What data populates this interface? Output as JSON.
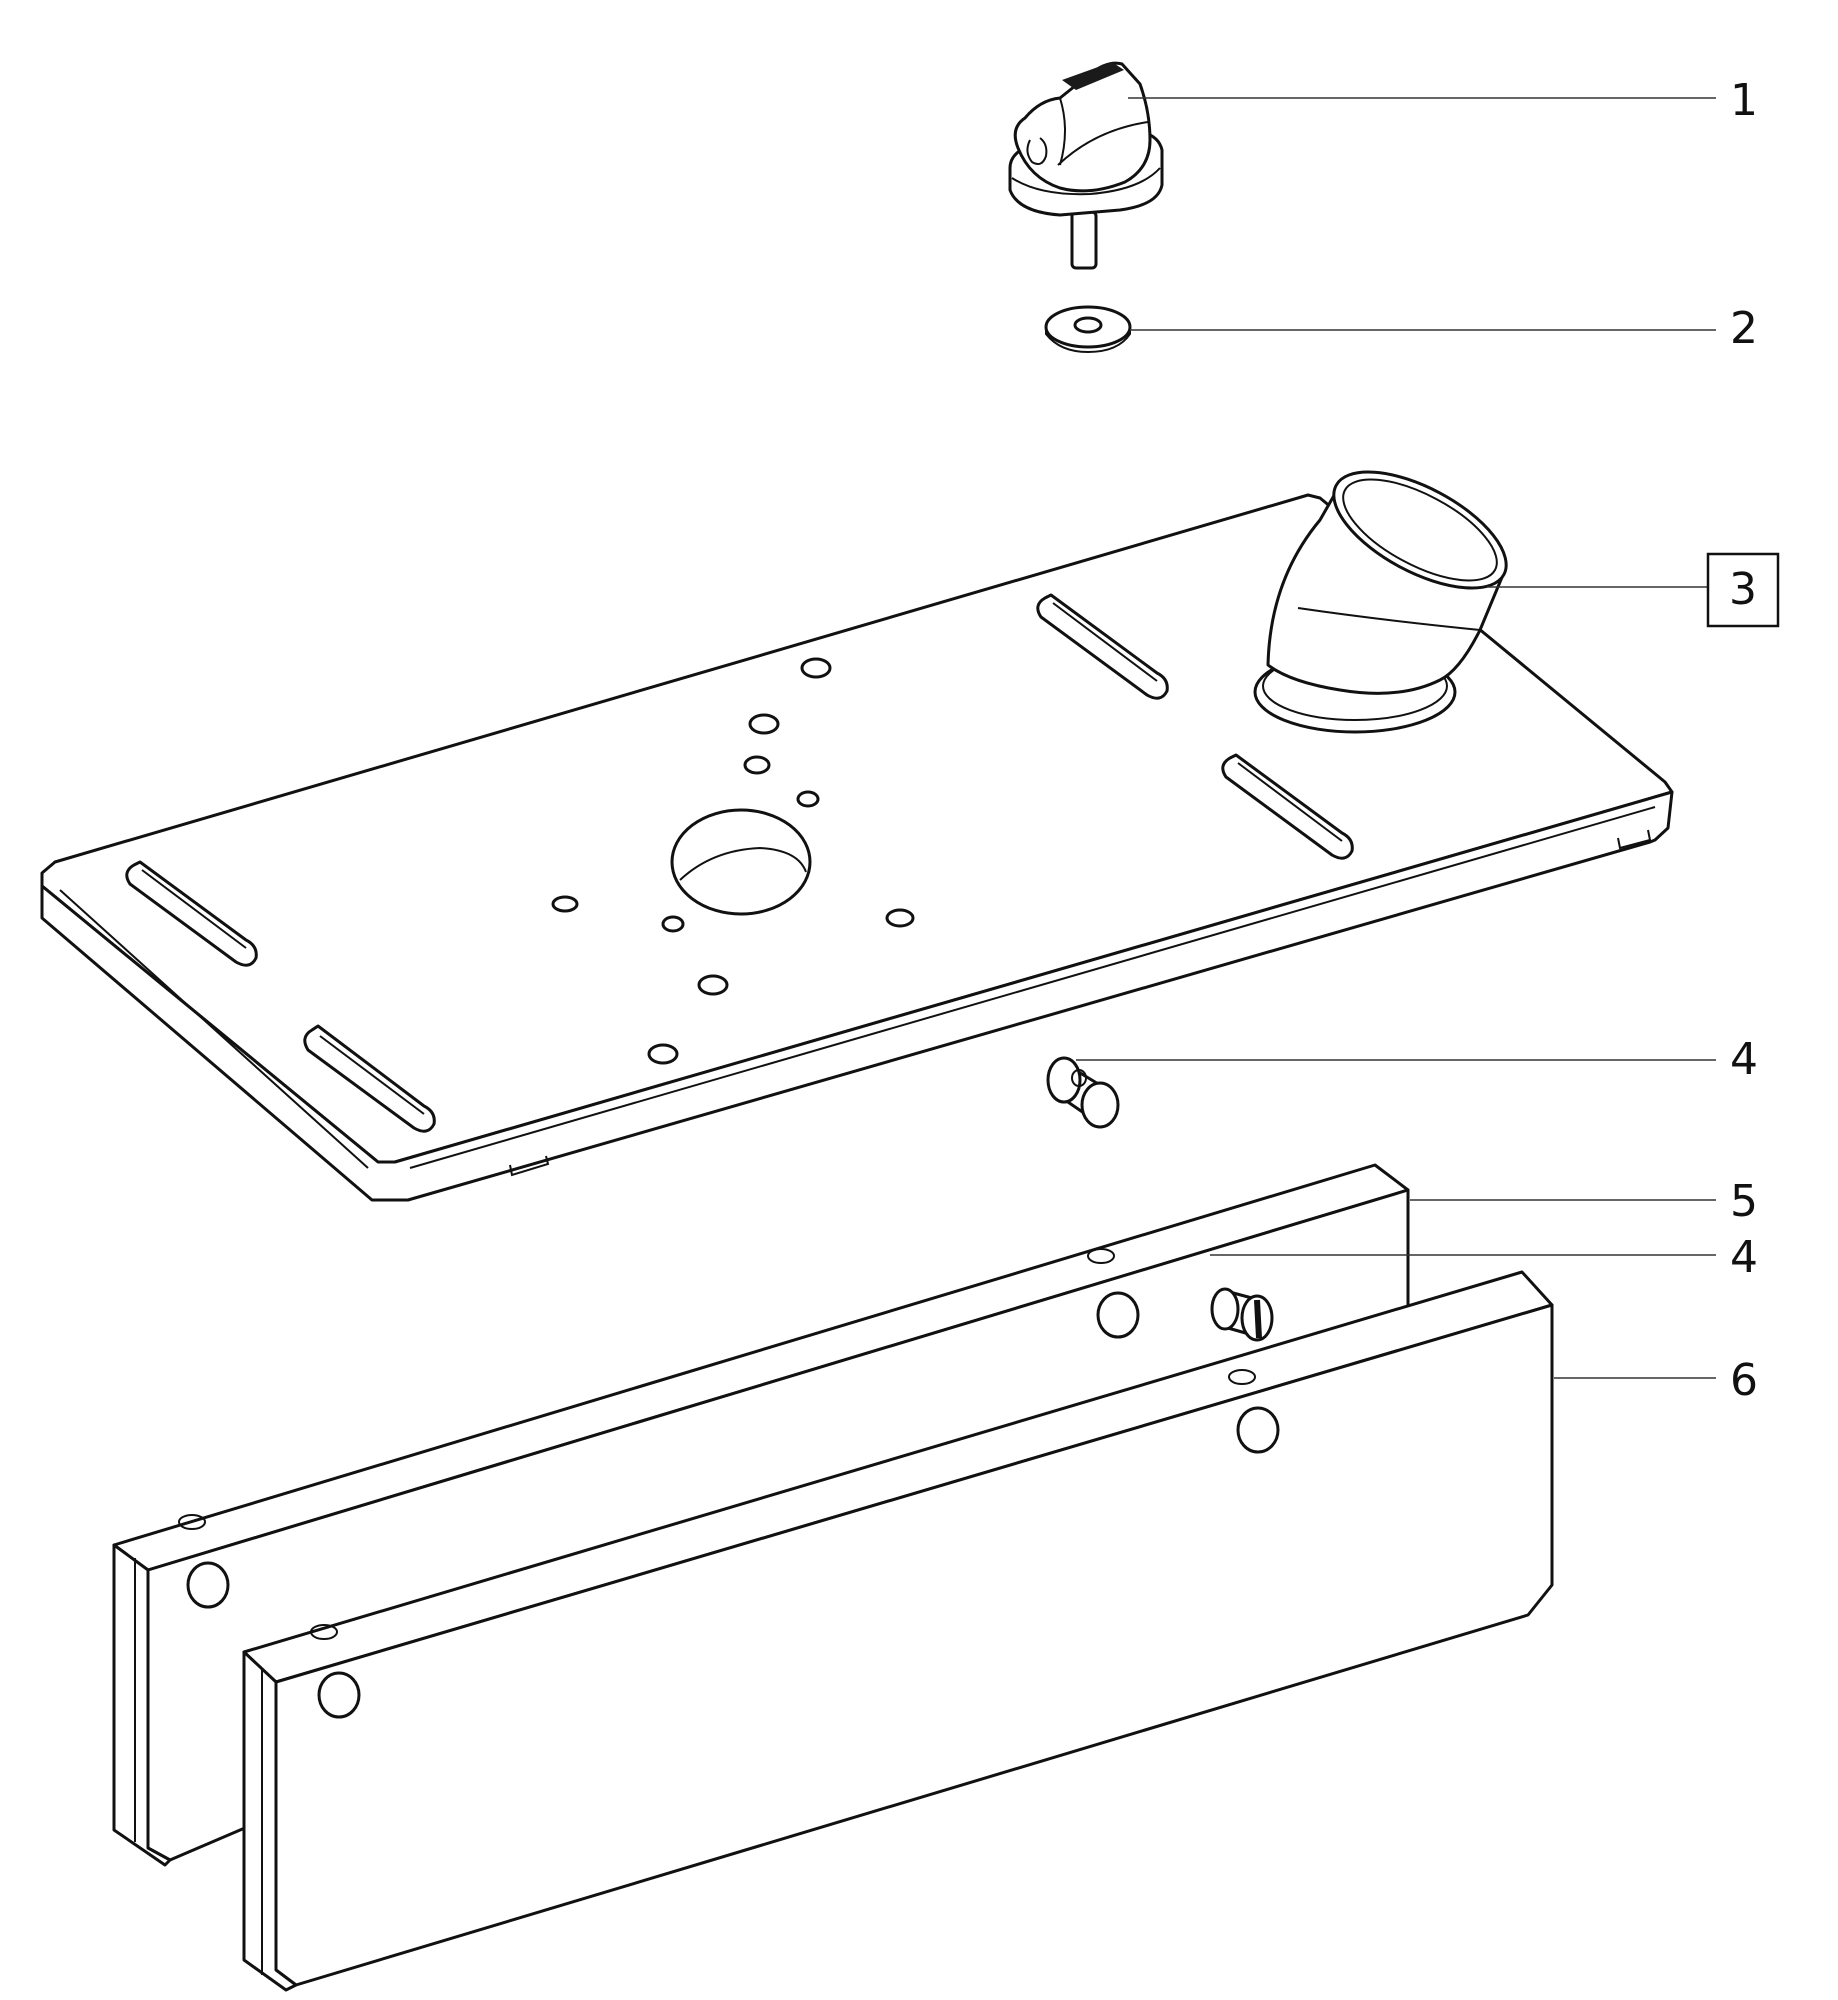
{
  "callouts": [
    {
      "id": "1",
      "label": "1",
      "boxed": false
    },
    {
      "id": "2",
      "label": "2",
      "boxed": false
    },
    {
      "id": "3",
      "label": "3",
      "boxed": true
    },
    {
      "id": "4a",
      "label": "4",
      "boxed": false
    },
    {
      "id": "5",
      "label": "5",
      "boxed": false
    },
    {
      "id": "4b",
      "label": "4",
      "boxed": false
    },
    {
      "id": "6",
      "label": "6",
      "boxed": false
    }
  ],
  "parts": [
    {
      "callout": "1",
      "name": "knob"
    },
    {
      "callout": "2",
      "name": "washer"
    },
    {
      "callout": "3",
      "name": "base-plate-with-dust-port"
    },
    {
      "callout": "4",
      "name": "pin"
    },
    {
      "callout": "5",
      "name": "rear-fence-bar"
    },
    {
      "callout": "6",
      "name": "front-fence-bar"
    }
  ],
  "colors": {
    "line": "#111111",
    "background": "#ffffff",
    "leader": "#333333"
  }
}
